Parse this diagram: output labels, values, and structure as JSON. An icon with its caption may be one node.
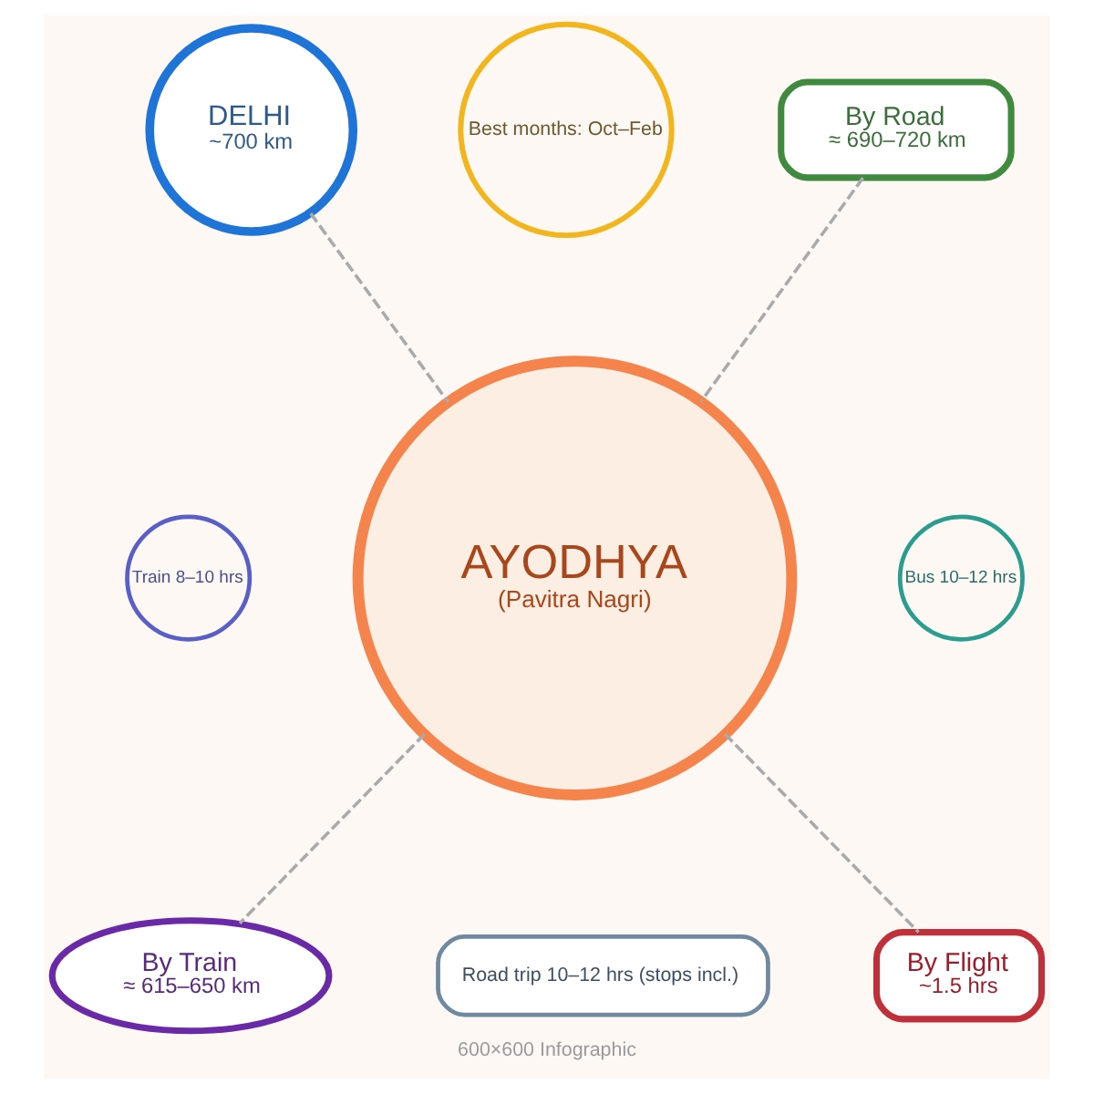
{
  "diagram": {
    "caption": "600×600 Infographic",
    "nodes": [
      {
        "text": [
          "AYODHYA",
          "(Pavitra Nagri)"
        ]
      },
      {
        "text": [
          "DELHI",
          "~700 km"
        ]
      },
      {
        "text": [
          "Best months: Oct–Feb"
        ]
      },
      {
        "text": [
          "By Road",
          "≈ 690–720 km"
        ]
      },
      {
        "text": [
          "Train 8–10 hrs"
        ]
      },
      {
        "text": [
          "Bus 10–12 hrs"
        ]
      },
      {
        "text": [
          "By Train",
          "≈ 615–650 km"
        ]
      },
      {
        "text": [
          "By Flight",
          "~1.5 hrs"
        ]
      },
      {
        "text": [
          "Road trip 10–12 hrs (stops incl.)"
        ]
      }
    ],
    "edges": [
      {
        "from": 1,
        "to": 0,
        "arrow": "none",
        "style": "dashed"
      },
      {
        "from": 3,
        "to": 0,
        "arrow": "none",
        "style": "dashed"
      },
      {
        "from": 0,
        "to": 6,
        "arrow": "none",
        "style": "dashed"
      },
      {
        "from": 0,
        "to": 7,
        "arrow": "none",
        "style": "dashed"
      }
    ]
  }
}
